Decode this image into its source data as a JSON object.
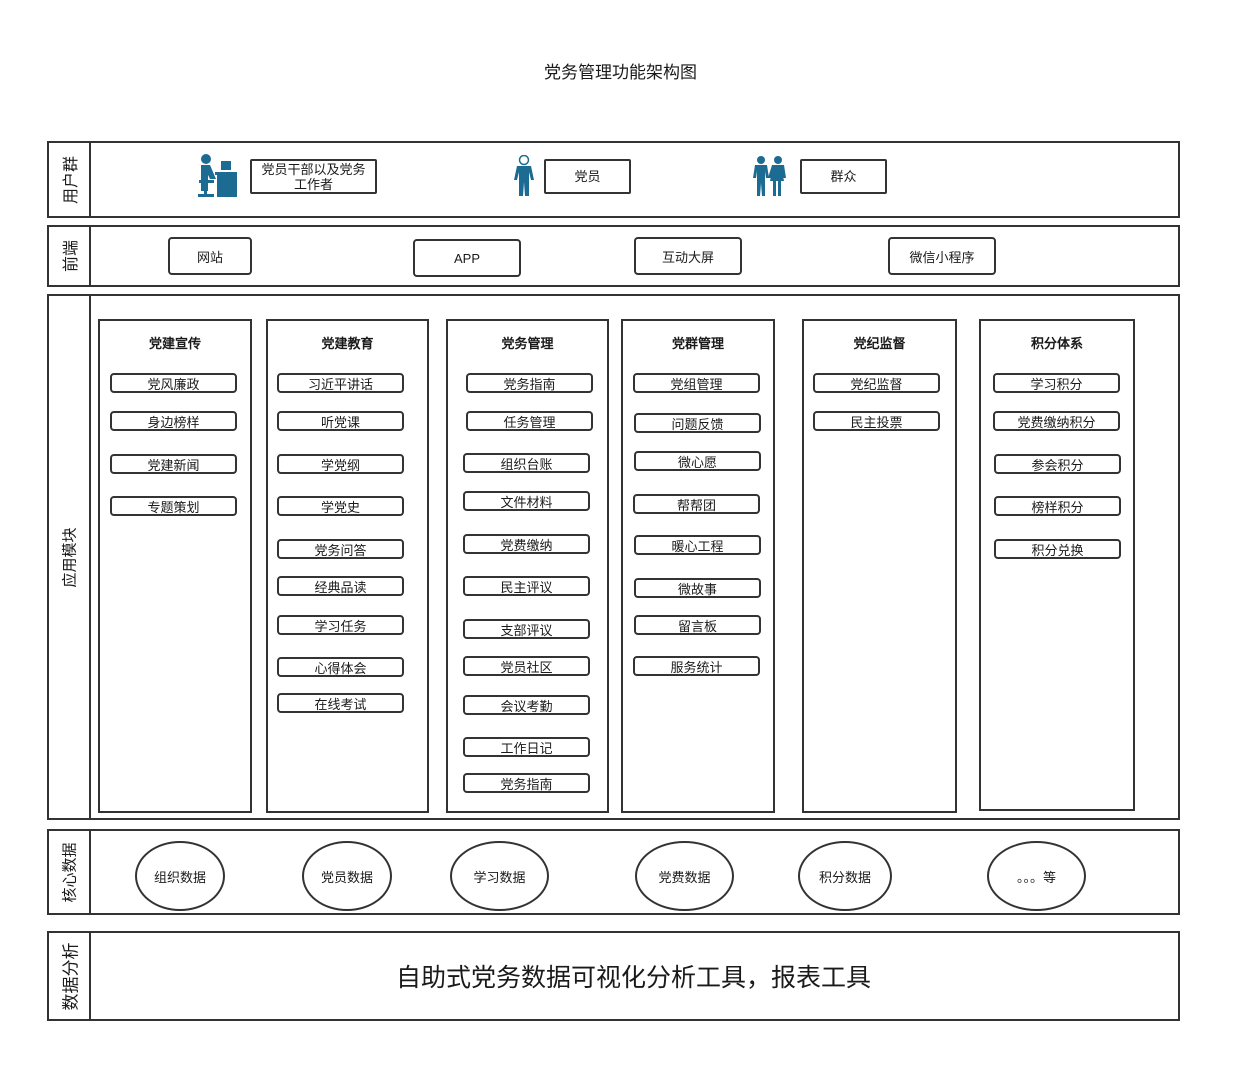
{
  "title": "党务管理功能架构图",
  "layers": {
    "users": {
      "label": "用户群",
      "items": [
        {
          "label": "党员干部以及党务\n工作者",
          "icon": "office-worker-icon"
        },
        {
          "label": "党员",
          "icon": "person-icon"
        },
        {
          "label": "群众",
          "icon": "people-group-icon"
        }
      ]
    },
    "frontend": {
      "label": "前端",
      "items": [
        "网站",
        "APP",
        "互动大屏",
        "微信小程序"
      ]
    },
    "apps": {
      "label": "应用模块",
      "columns": [
        {
          "title": "党建宣传",
          "items": [
            "党风廉政",
            "身边榜样",
            "党建新闻",
            "专题策划"
          ]
        },
        {
          "title": "党建教育",
          "items": [
            "习近平讲话",
            "听党课",
            "学党纲",
            "学党史",
            "党务问答",
            "经典品读",
            "学习任务",
            "心得体会",
            "在线考试"
          ]
        },
        {
          "title": "党务管理",
          "items": [
            "党务指南",
            "任务管理",
            "组织台账",
            "文件材料",
            "党费缴纳",
            "民主评议",
            "支部评议",
            "党员社区",
            "会议考勤",
            "工作日记",
            "党务指南"
          ]
        },
        {
          "title": "党群管理",
          "items": [
            "党组管理",
            "问题反馈",
            "微心愿",
            "帮帮团",
            "暖心工程",
            "微故事",
            "留言板",
            "服务统计"
          ]
        },
        {
          "title": "党纪监督",
          "items": [
            "党纪监督",
            "民主投票"
          ]
        },
        {
          "title": "积分体系",
          "items": [
            "学习积分",
            "党费缴纳积分",
            "参会积分",
            "榜样积分",
            "积分兑换"
          ]
        }
      ]
    },
    "core": {
      "label": "核心数据",
      "items": [
        "组织数据",
        "党员数据",
        "学习数据",
        "党费数据",
        "积分数据",
        "。。。等"
      ]
    },
    "analysis": {
      "label": "数据分析",
      "text": "自助式党务数据可视化分析工具，报表工具"
    }
  },
  "colors": {
    "icon": "#1b6b93",
    "border": "#333333"
  }
}
